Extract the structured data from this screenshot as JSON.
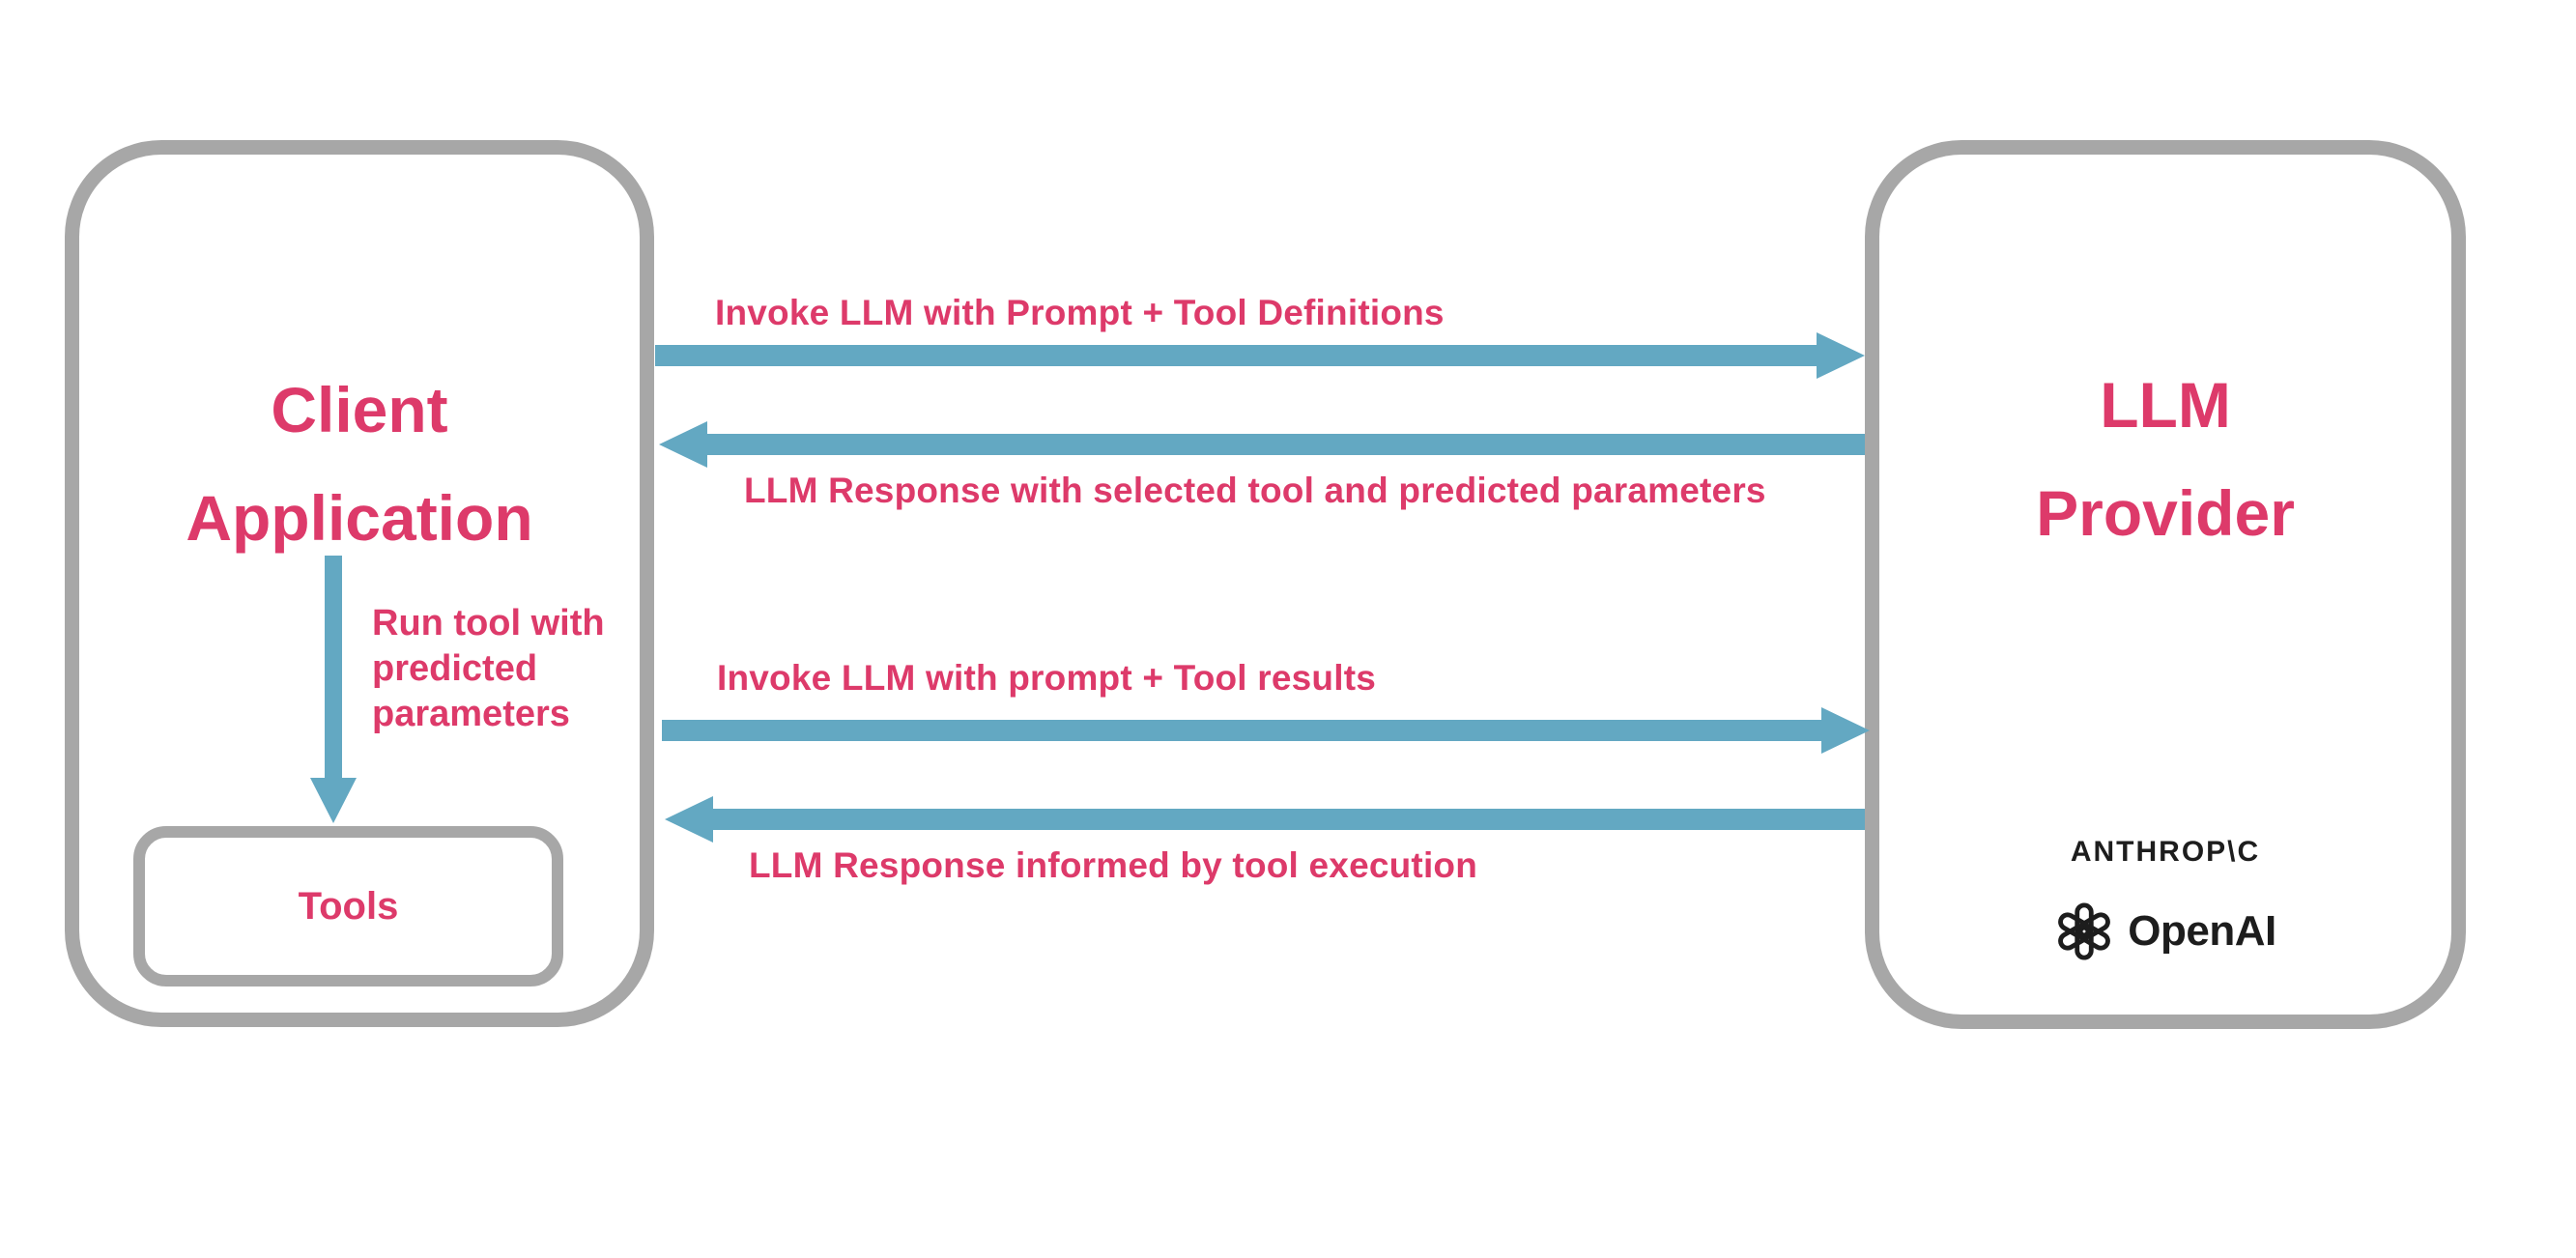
{
  "colors": {
    "pink": "#dd3a6a",
    "blue": "#63a8c2",
    "gray": "#a7a7a7",
    "dark": "#1d1d1d"
  },
  "client_box": {
    "title_line1": "Client",
    "title_line2": "Application",
    "tools_label": "Tools"
  },
  "run_tool_note": {
    "lines": [
      "Run tool with",
      "predicted",
      "parameters"
    ]
  },
  "llm_box": {
    "title_line1": "LLM",
    "title_line2": "Provider",
    "anthropic_wordmark": "ANTHROP\\C",
    "openai_wordmark": "OpenAI"
  },
  "arrows": [
    {
      "direction": "right",
      "label": "Invoke LLM with Prompt + Tool Definitions"
    },
    {
      "direction": "left",
      "label": "LLM Response with selected tool and predicted parameters"
    },
    {
      "direction": "right",
      "label": "Invoke LLM with prompt + Tool results"
    },
    {
      "direction": "left",
      "label": "LLM Response informed by tool execution"
    },
    {
      "direction": "down",
      "label": "Run tool with predicted parameters"
    }
  ]
}
